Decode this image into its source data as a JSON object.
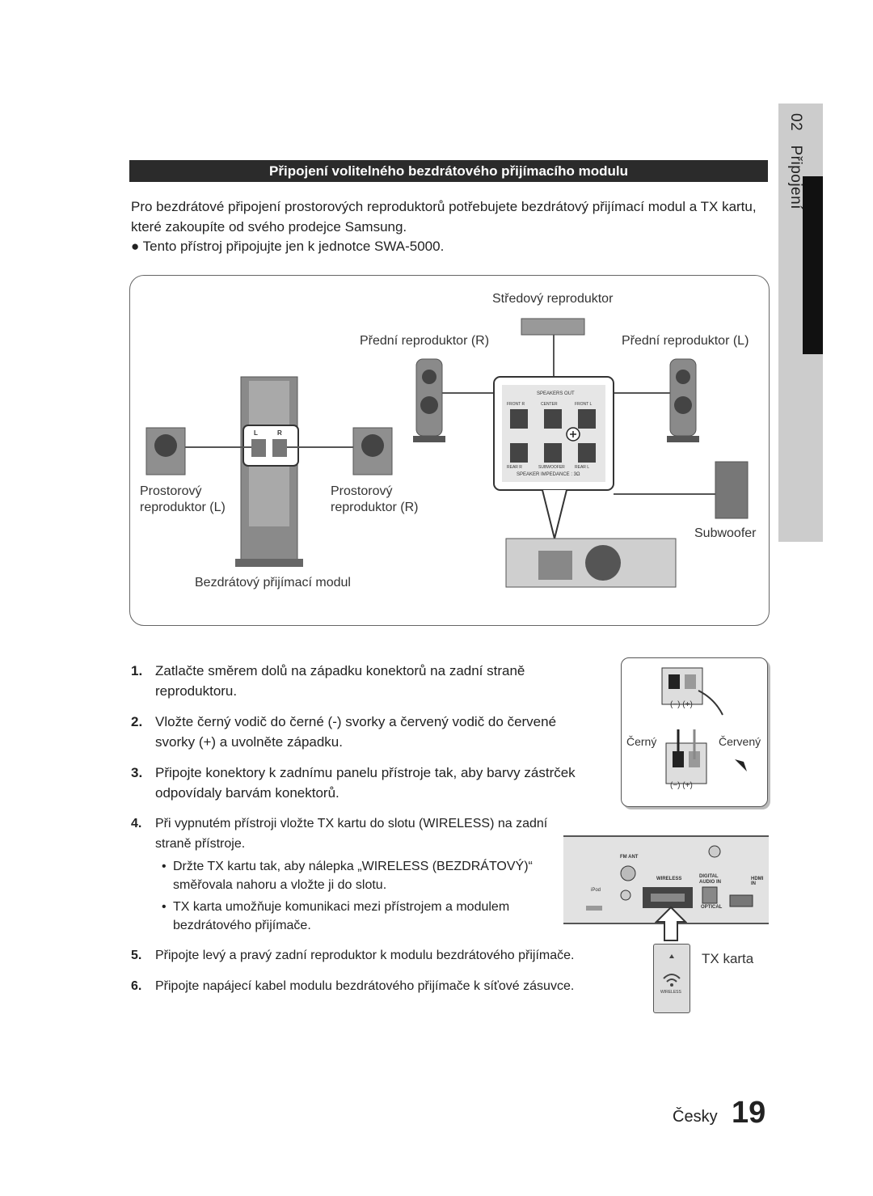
{
  "sidebar": {
    "chapter": "02",
    "title": "Připojení"
  },
  "section_title": "Připojení volitelného bezdrátového přijímacího modulu",
  "intro": "Pro bezdrátové připojení prostorových reproduktorů potřebujete bezdrátový přijímací modul a TX kartu, které zakoupíte od svého prodejce Samsung.",
  "bullet": "● Tento přístroj připojujte jen k jednotce SWA-5000.",
  "diagram": {
    "center_speaker": "Středový reproduktor",
    "front_right": "Přední reproduktor (R)",
    "front_left": "Přední reproduktor (L)",
    "surround_left_1": "Prostorový",
    "surround_left_2": "reproduktor (L)",
    "surround_right_1": "Prostorový",
    "surround_right_2": "reproduktor (R)",
    "subwoofer": "Subwoofer",
    "wireless_module": "Bezdrátový přijímací modul",
    "speakers_out": "SPEAKERS OUT",
    "front_r_tag": "FRONT R",
    "center_tag": "CENTER",
    "front_l_tag": "FRONT L",
    "rear_r_tag": "REAR R",
    "subwoofer_tag": "SUBWOOFER",
    "rear_l_tag": "REAR L",
    "impedance": "SPEAKER IMPEDANCE : 3Ω",
    "l_tag": "L",
    "r_tag": "R"
  },
  "steps": [
    {
      "num": "1.",
      "text": "Zatlačte směrem dolů na západku konektorů na zadní straně reproduktoru."
    },
    {
      "num": "2.",
      "text": "Vložte černý vodič do černé (-) svorky a červený vodič do červené svorky (+) a uvolněte západku."
    },
    {
      "num": "3.",
      "text": "Připojte konektory k zadnímu panelu přístroje tak, aby barvy zástrček odpovídaly barvám konektorů."
    },
    {
      "num": "4.",
      "text": "Při vypnutém přístroji vložte TX kartu do slotu (WIRELESS) na zadní straně přístroje.",
      "sub": [
        "Držte TX kartu tak, aby nálepka „WIRELESS (BEZDRÁTOVÝ)“ směřovala nahoru a vložte ji do slotu.",
        "TX karta umožňuje komunikaci mezi přístrojem a modulem bezdrátového přijímače."
      ]
    },
    {
      "num": "5.",
      "text": "Připojte levý a pravý zadní reproduktor k modulu bezdrátového přijímače."
    },
    {
      "num": "6.",
      "text": "Připojte napájecí kabel modulu bezdrátového přijímače k síťové zásuvce."
    }
  ],
  "terminal_figure": {
    "minus_plus": "(−)  (+)",
    "black": "Černý",
    "red": "Červený"
  },
  "back_panel": {
    "fm_ant": "FM ANT",
    "wireless": "WIRELESS",
    "digital_audio_in": "DIGITAL AUDIO IN",
    "optical": "OPTICAL",
    "hdmi_in": "HDMI IN",
    "ipod": "iPod"
  },
  "tx_card": {
    "label": "TX karta",
    "card_text": "WIRELESS"
  },
  "footer": {
    "language": "Česky",
    "page": "19"
  }
}
